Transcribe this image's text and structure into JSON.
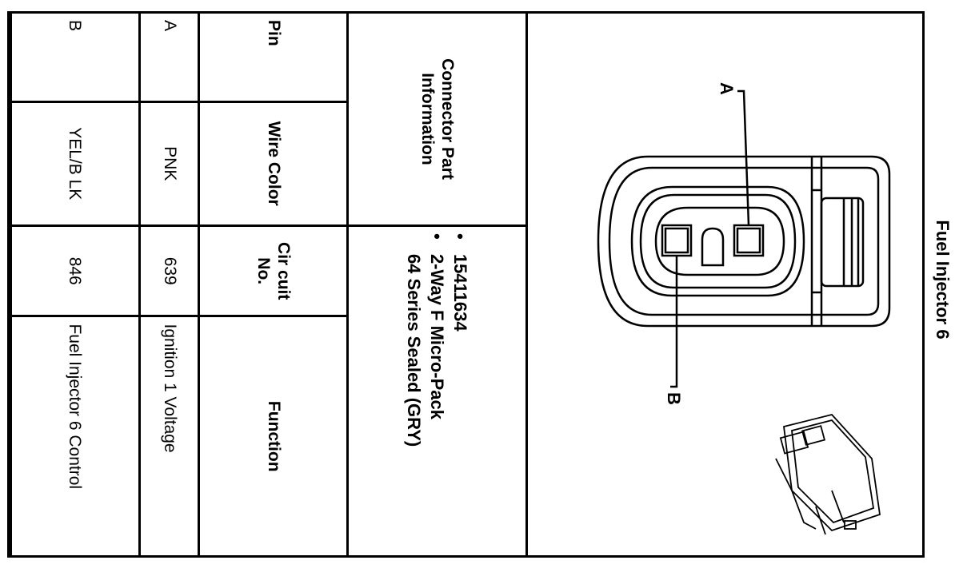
{
  "title": "Fuel Injector 6",
  "table": {
    "headers": {
      "part_info": "Connector Part Information",
      "pin": "Pin",
      "wire_color": "Wire Color",
      "circuit_no": "Cir cuit No.",
      "function": "Function"
    },
    "part_info_items": [
      "15411634",
      "2-Way F Micro-Pack",
      "64 Series Sealed (GRY)"
    ],
    "rows": [
      {
        "pin": "A",
        "wire_color": "PNK",
        "circuit_no": "639",
        "function": "Ignition 1 Voltage"
      },
      {
        "pin": "B",
        "wire_color": "YEL/B LK",
        "circuit_no": "846",
        "function": "Fuel Injector 6 Control"
      }
    ]
  },
  "diagram": {
    "pin_labels": [
      "A",
      "B"
    ]
  }
}
